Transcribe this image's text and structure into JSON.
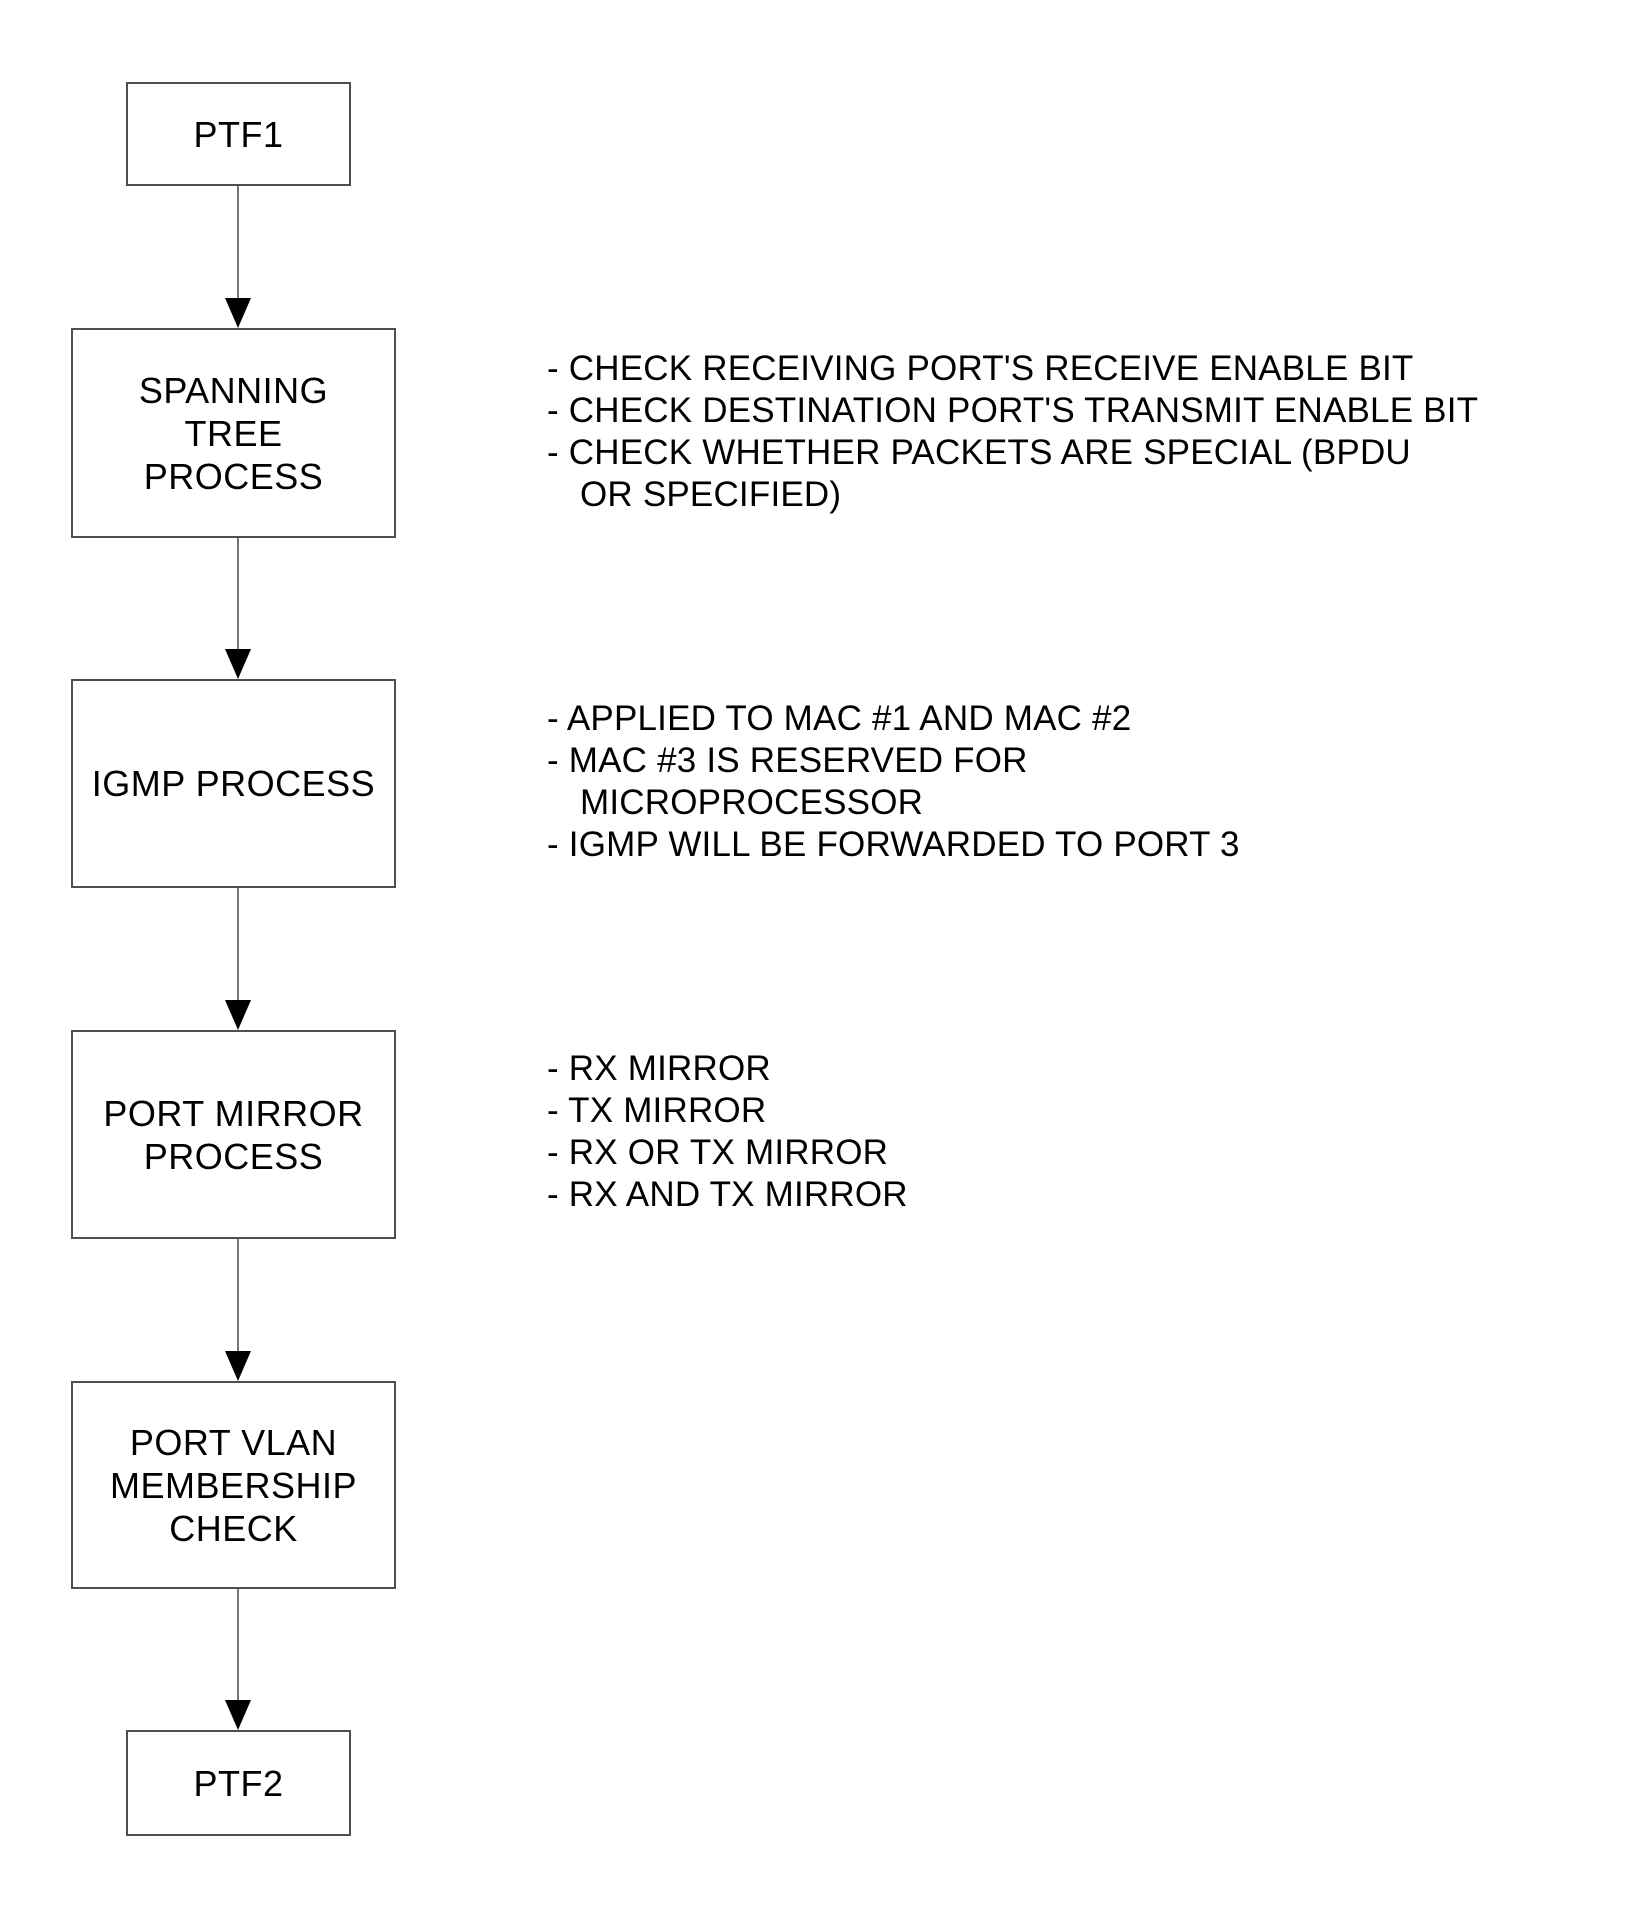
{
  "diagram_type": "flowchart",
  "colors": {
    "background": "#ffffff",
    "box_border": "#4f4f4f",
    "text": "#000000",
    "connector_line": "#757575",
    "arrowhead": "#000000"
  },
  "flow": {
    "nodes": [
      {
        "id": "ptf1",
        "label": "PTF1"
      },
      {
        "id": "spanning-tree-process",
        "label": "SPANNING\nTREE\nPROCESS"
      },
      {
        "id": "igmp-process",
        "label": "IGMP PROCESS"
      },
      {
        "id": "port-mirror-process",
        "label": "PORT MIRROR\nPROCESS"
      },
      {
        "id": "port-vlan-membership-check",
        "label": "PORT VLAN\nMEMBERSHIP\nCHECK"
      },
      {
        "id": "ptf2",
        "label": "PTF2"
      }
    ],
    "edges": [
      {
        "from": "ptf1",
        "to": "spanning-tree-process"
      },
      {
        "from": "spanning-tree-process",
        "to": "igmp-process"
      },
      {
        "from": "igmp-process",
        "to": "port-mirror-process"
      },
      {
        "from": "port-mirror-process",
        "to": "port-vlan-membership-check"
      },
      {
        "from": "port-vlan-membership-check",
        "to": "ptf2"
      }
    ],
    "annotations": [
      {
        "attached_to": "spanning-tree-process",
        "lines": [
          "- CHECK RECEIVING PORT'S RECEIVE ENABLE BIT",
          "- CHECK DESTINATION PORT'S TRANSMIT ENABLE BIT",
          "- CHECK WHETHER PACKETS ARE SPECIAL (BPDU",
          "OR SPECIFIED)"
        ]
      },
      {
        "attached_to": "igmp-process",
        "lines": [
          "- APPLIED TO MAC #1 AND MAC #2",
          "- MAC #3 IS RESERVED FOR",
          "MICROPROCESSOR",
          "- IGMP WILL BE FORWARDED TO PORT 3"
        ]
      },
      {
        "attached_to": "port-mirror-process",
        "lines": [
          "- RX MIRROR",
          "- TX MIRROR",
          "- RX OR TX MIRROR",
          "- RX AND TX MIRROR"
        ]
      }
    ]
  }
}
